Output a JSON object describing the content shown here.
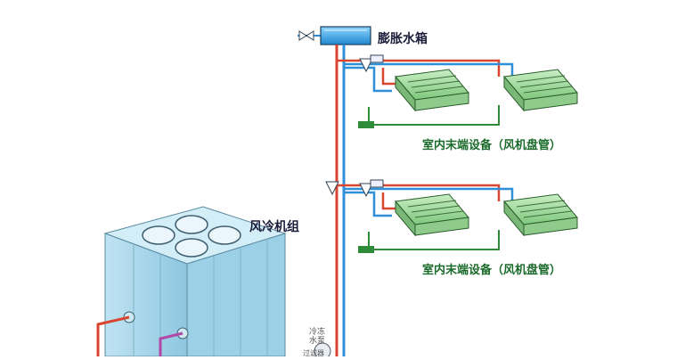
{
  "labels": {
    "expansion_tank": "膨胀水箱",
    "chiller_unit": "风冷机组",
    "indoor_unit_1": "室内末端设备（风机盘管）",
    "indoor_unit_2": "室内末端设备（风机盘管）",
    "pump": "冷冻水泵",
    "filter": "过滤器"
  },
  "colors": {
    "supply_pipe": "#d9452f",
    "return_pipe": "#2f8fd9",
    "chiller_body": "#a9d8ec",
    "fan_coil": "#9fd8a0",
    "condensate_pipe": "#2e8b3a",
    "tank": "#2f9fe0"
  }
}
